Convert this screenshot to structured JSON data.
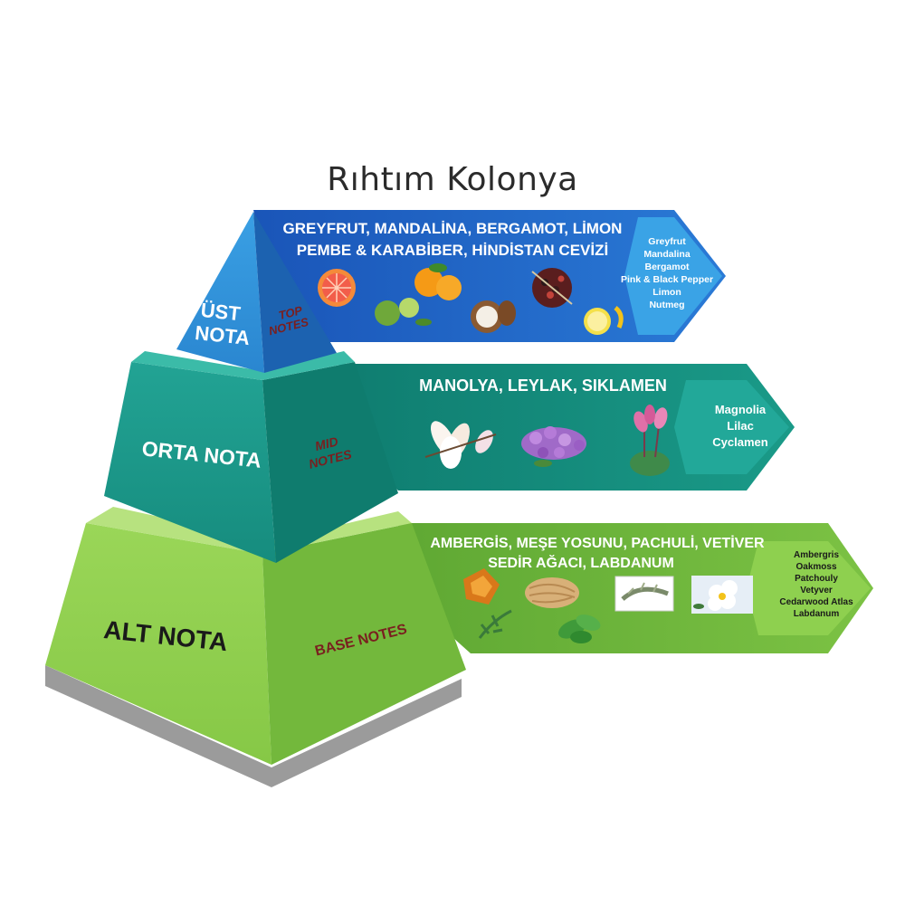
{
  "title": "Rıhtım Kolonya",
  "tiers": {
    "top": {
      "turkish_label_line1": "ÜST",
      "turkish_label_line2": "NOTA",
      "english_label_line1": "TOP",
      "english_label_line2": "NOTES",
      "banner_line1": "GREYFRUT, MANDALİNA, BERGAMOT, LİMON",
      "banner_line2": "PEMBE & KARABİBER, HİNDİSTAN CEVİZİ",
      "ingredients_en": [
        "Greyfrut",
        "Mandalina",
        "Bergamot",
        "Pink & Black Pepper",
        "Limon",
        "Nutmeg"
      ],
      "images": [
        "grapefruit-image",
        "bergamot-image",
        "mandarin-image",
        "coconut-image",
        "pepper-image",
        "lemon-image"
      ]
    },
    "mid": {
      "turkish_label": "ORTA NOTA",
      "english_label_line1": "MID",
      "english_label_line2": "NOTES",
      "banner_line1": "MANOLYA, LEYLAK, SIKLAMEN",
      "ingredients_en": [
        "Magnolia",
        "Lilac",
        "Cyclamen"
      ],
      "images": [
        "magnolia-image",
        "lilac-image",
        "cyclamen-image"
      ]
    },
    "base": {
      "turkish_label": "ALT NOTA",
      "english_label": "BASE NOTES",
      "banner_line1": "AMBERGİS, MEŞE YOSUNU, PACHULİ, VETİVER",
      "banner_line2": "SEDİR AĞACI, LABDANUM",
      "ingredients_en": [
        "Ambergris",
        "Oakmoss",
        "Patchouly",
        "Vetyver",
        "Cedarwood Atlas",
        "Labdanum"
      ],
      "images": [
        "amber-image",
        "vetiver-roots-image",
        "oakmoss-image",
        "patchouli-leaves-image",
        "cedar-twig-image",
        "labdanum-flower-image"
      ]
    }
  },
  "colors": {
    "top_front": "#2f8fd6",
    "top_side": "#1c6bb5",
    "top_banner": "#1e5fbf",
    "top_tip": "#3aa3e6",
    "mid_front": "#1a9a8a",
    "mid_side": "#0f7a6d",
    "mid_banner": "#138a7a",
    "mid_tip": "#22a899",
    "base_front": "#8fcf4a",
    "base_side": "#6db33a",
    "base_banner": "#6fb83a",
    "base_tip": "#8ed04f",
    "side_label": "#7a1f1f",
    "base_shadow": "#9a9a9a"
  }
}
